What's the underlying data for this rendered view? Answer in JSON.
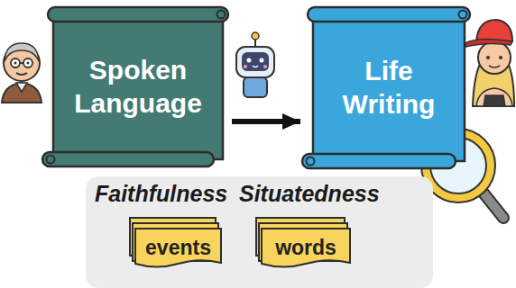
{
  "diagram": {
    "nodes": [
      {
        "text": [
          "Spoken Language"
        ]
      },
      {
        "text": [
          "Life Writing"
        ]
      },
      {
        "text": [
          "Faithfulness",
          "Situatedness"
        ]
      },
      {
        "text": [
          "events"
        ],
        "in": 2
      },
      {
        "text": [
          "words"
        ],
        "in": 2
      }
    ],
    "edges": [
      {
        "from": 0,
        "to": 1,
        "arrow": "to"
      }
    ]
  }
}
